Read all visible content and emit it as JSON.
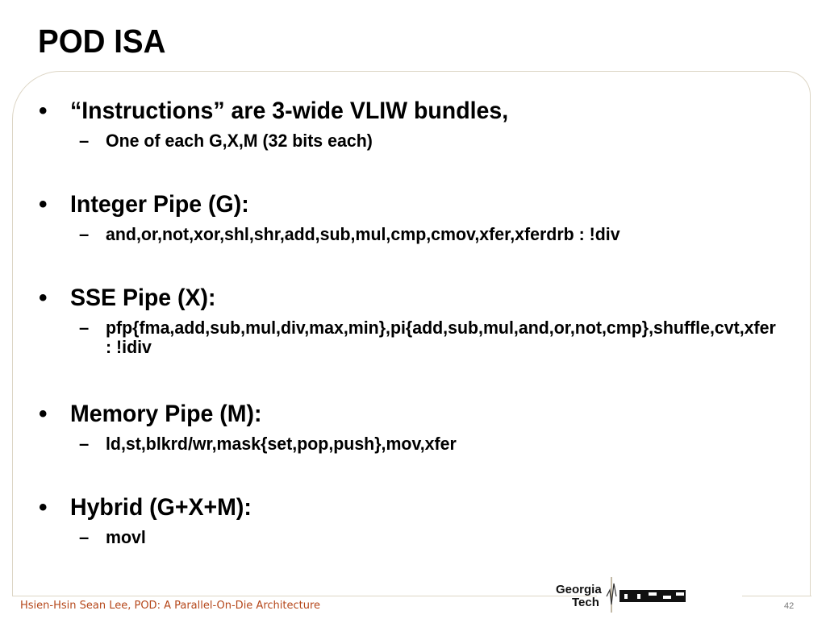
{
  "slide": {
    "title": "POD ISA",
    "bullets": [
      {
        "bullet": "•",
        "text": "“Instructions” are 3-wide VLIW bundles,",
        "subs": [
          {
            "dash": "–",
            "text": "One of each G,X,M (32 bits each)"
          }
        ]
      },
      {
        "bullet": "•",
        "text": "Integer Pipe (G):",
        "subs": [
          {
            "dash": "–",
            "text": "and,or,not,xor,shl,shr,add,sub,mul,cmp,cmov,xfer,xferdrb : !div"
          }
        ]
      },
      {
        "bullet": "•",
        "text": "SSE Pipe (X):",
        "subs": [
          {
            "dash": "–",
            "text": "pfp{fma,add,sub,mul,div,max,min},pi{add,sub,mul,and,or,not,cmp},shuffle,cvt,xfer : !idiv"
          }
        ]
      },
      {
        "bullet": "•",
        "text": "Memory Pipe (M):",
        "subs": [
          {
            "dash": "–",
            "text": "ld,st,blkrd/wr,mask{set,pop,push},mov,xfer"
          }
        ]
      },
      {
        "bullet": "•",
        "text": "Hybrid (G+X+M):",
        "subs": [
          {
            "dash": "–",
            "text": "movl"
          }
        ]
      }
    ]
  },
  "footer": {
    "text": "Hsien-Hsin Sean Lee, POD: A Parallel-On-Die Architecture",
    "page_number": "42",
    "logo_line1": "Georgia",
    "logo_line2": "Tech",
    "logo_mark": "MARS",
    "footer_color": "#b5471a"
  }
}
